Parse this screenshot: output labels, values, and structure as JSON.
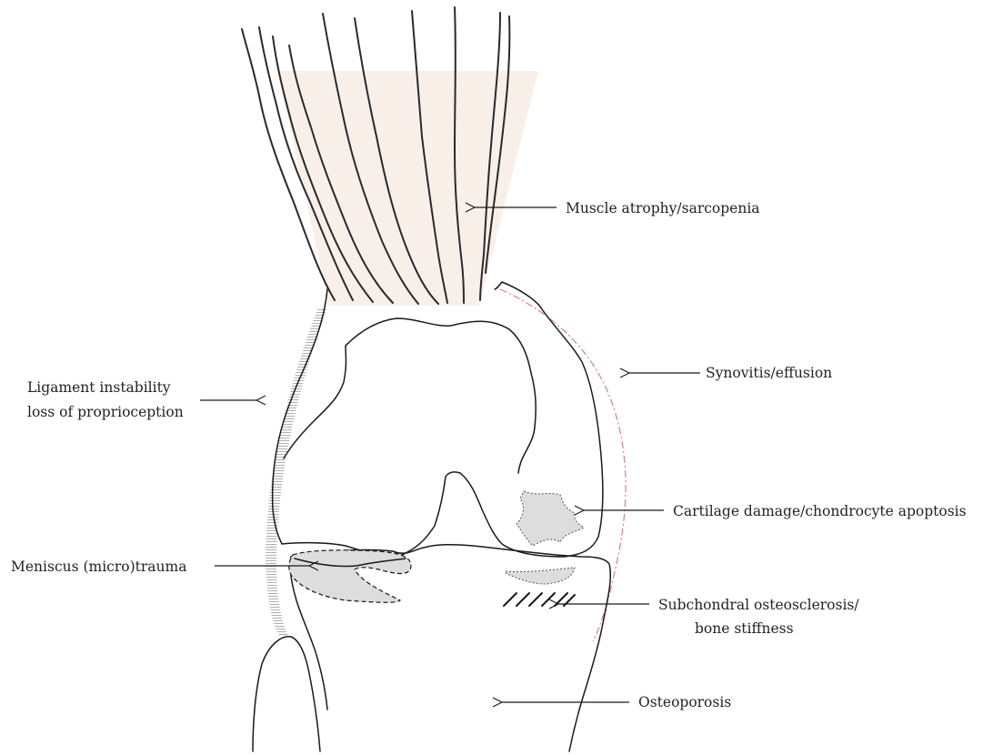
{
  "labels": {
    "muscle": "Muscle atrophy/sarcopenia",
    "synovitis": "Synovitis/effusion",
    "ligament_1": "Ligament instability",
    "ligament_2": "loss of proprioception",
    "cartilage": "Cartilage damage/chondrocyte apoptosis",
    "meniscus": "Meniscus (micro)trauma",
    "subchondral_1": "Subchondral osteosclerosis/",
    "subchondral_2": "bone stiffness",
    "osteoporosis": "Osteoporosis"
  },
  "colors": {
    "muscle_fill": "#f9efe9",
    "lesion_fill": "#dddddd",
    "ligament_hatch": "#b0b0b0",
    "synovium_line": "#d98080",
    "line": "#1a1a1a"
  }
}
